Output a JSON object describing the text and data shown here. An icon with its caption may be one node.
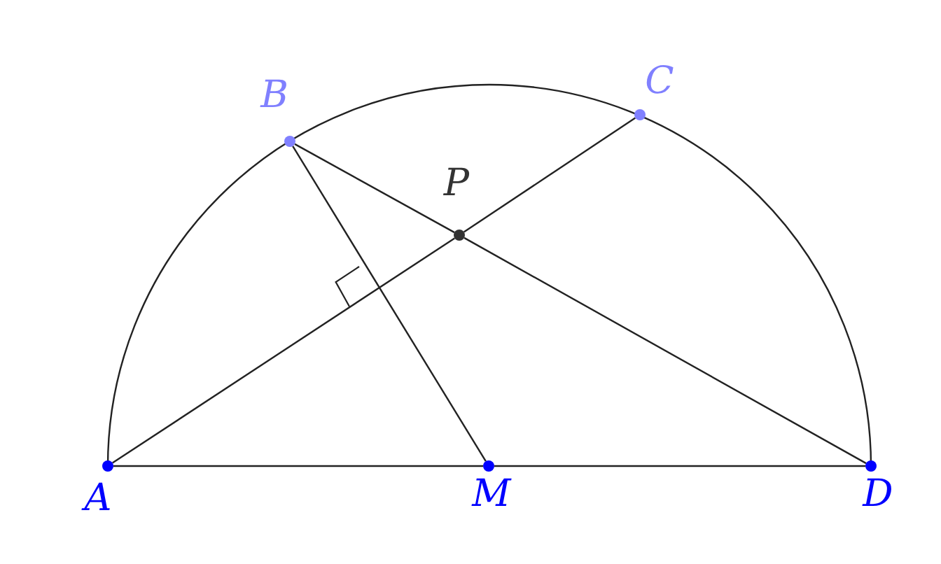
{
  "diagram": {
    "nodes": [
      {
        "text": [],
        "shape": "circle",
        "beside": [
          "A"
        ]
      },
      {
        "text": [],
        "shape": "circle",
        "beside": [
          "B"
        ]
      },
      {
        "text": [],
        "shape": "circle",
        "beside": [
          "C"
        ]
      },
      {
        "text": [],
        "shape": "circle",
        "beside": [
          "P"
        ]
      },
      {
        "text": [],
        "shape": "circle",
        "beside": [
          "M"
        ]
      },
      {
        "text": [],
        "shape": "circle",
        "beside": [
          "D"
        ]
      }
    ],
    "edges": [
      {
        "from": 0,
        "to": 3,
        "arrow": "none"
      },
      {
        "from": 3,
        "to": 2,
        "arrow": "none"
      },
      {
        "from": 1,
        "to": 3,
        "arrow": "none"
      },
      {
        "from": 3,
        "to": 5,
        "arrow": "none"
      },
      {
        "from": 1,
        "to": 4,
        "arrow": "none"
      },
      {
        "from": 0,
        "to": 4,
        "arrow": "none"
      },
      {
        "from": 4,
        "to": 5,
        "arrow": "none"
      }
    ]
  }
}
